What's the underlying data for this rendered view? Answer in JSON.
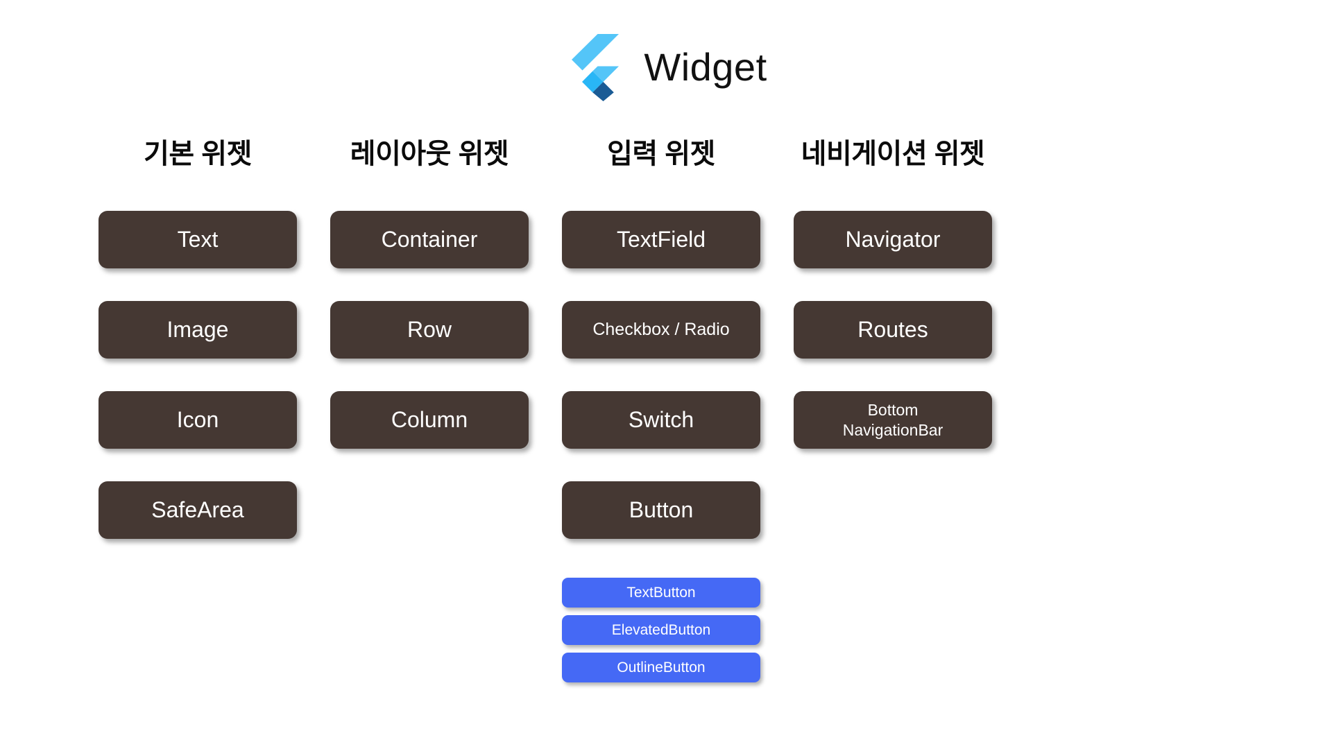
{
  "header": {
    "title": "Widget",
    "logo_name": "flutter-logo",
    "logo_colors": {
      "light_blue": "#54C5F8",
      "mid_blue": "#42A5F5",
      "dark_blue": "#1A5B95"
    }
  },
  "theme": {
    "background": "#FFFFFF",
    "card_dark": "#453833",
    "card_text": "#FFFFFF",
    "button_blue": "#4569F5",
    "heading_text": "#0B0B0B"
  },
  "columns": [
    {
      "heading": "기본 위젯",
      "cards": [
        {
          "label": "Text",
          "style": "dark"
        },
        {
          "label": "Image",
          "style": "dark"
        },
        {
          "label": "Icon",
          "style": "dark"
        },
        {
          "label": "SafeArea",
          "style": "dark"
        }
      ],
      "buttons": []
    },
    {
      "heading": "레이아웃 위젯",
      "cards": [
        {
          "label": "Container",
          "style": "dark"
        },
        {
          "label": "Row",
          "style": "dark"
        },
        {
          "label": "Column",
          "style": "dark"
        }
      ],
      "buttons": []
    },
    {
      "heading": "입력 위젯",
      "cards": [
        {
          "label": "TextField",
          "style": "dark"
        },
        {
          "label": "Checkbox / Radio",
          "style": "dark small-text"
        },
        {
          "label": "Switch",
          "style": "dark"
        },
        {
          "label": "Button",
          "style": "dark"
        }
      ],
      "buttons": [
        {
          "label": "TextButton"
        },
        {
          "label": "ElevatedButton"
        },
        {
          "label": "OutlineButton"
        }
      ]
    },
    {
      "heading": "네비게이션 위젯",
      "cards": [
        {
          "label": "Navigator",
          "style": "dark"
        },
        {
          "label": "Routes",
          "style": "dark"
        },
        {
          "label": "Bottom\nNavigationBar",
          "style": "dark two-line"
        }
      ],
      "buttons": []
    }
  ]
}
